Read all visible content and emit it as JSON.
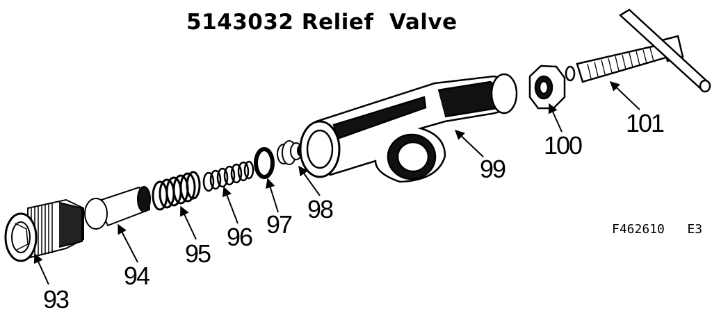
{
  "title": "5143032 Relief  Valve",
  "figure_code": {
    "main": "F462610",
    "suffix": "E3"
  },
  "parts": [
    {
      "id": "93",
      "label": "93"
    },
    {
      "id": "94",
      "label": "94"
    },
    {
      "id": "95",
      "label": "95"
    },
    {
      "id": "96",
      "label": "96"
    },
    {
      "id": "97",
      "label": "97"
    },
    {
      "id": "98",
      "label": "98"
    },
    {
      "id": "99",
      "label": "99"
    },
    {
      "id": "100",
      "label": "100"
    },
    {
      "id": "101",
      "label": "101"
    }
  ]
}
